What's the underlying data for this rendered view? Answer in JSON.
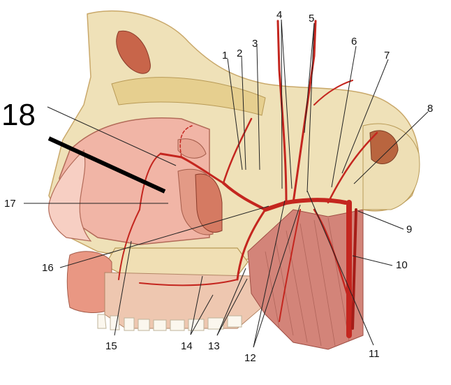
{
  "figure": {
    "labels": [
      "1",
      "2",
      "3",
      "4",
      "5",
      "6",
      "7",
      "8",
      "9",
      "10",
      "11",
      "12",
      "13",
      "14",
      "15",
      "16",
      "17"
    ],
    "big_label": "18"
  }
}
